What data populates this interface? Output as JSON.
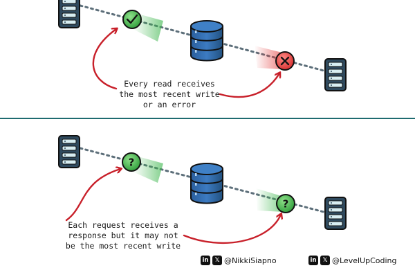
{
  "top_panel": {
    "caption_lines": [
      "Every read receives",
      "the most recent write",
      "or an error"
    ],
    "success_icon": "check-icon",
    "failure_icon": "x-icon"
  },
  "bottom_panel": {
    "caption_lines": [
      "Each request receives a",
      "response but it may not",
      "be the most recent write"
    ],
    "node_icon": "question-icon",
    "node_text": "?"
  },
  "credits": [
    {
      "linkedin": "in",
      "x": "𝕏",
      "handle": "@NikkiSiapno"
    },
    {
      "linkedin": "in",
      "x": "𝕏",
      "handle": "@LevelUpCoding"
    }
  ],
  "colors": {
    "server_body": "#2f4a5e",
    "server_slot": "#d8eef2",
    "database": "#2b63a3",
    "success": "#3ab54a",
    "error": "#e23a3a",
    "arrow": "#c8202a",
    "divider": "#1e6b70"
  }
}
